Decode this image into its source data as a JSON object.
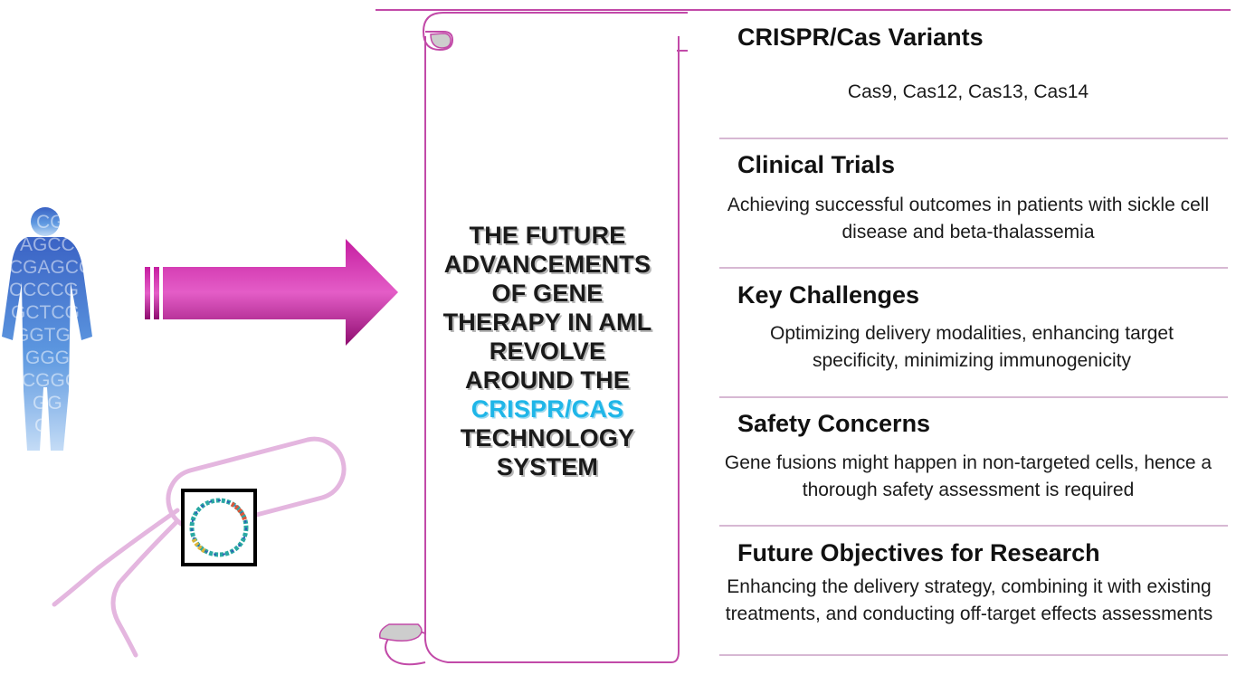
{
  "center": {
    "lines": [
      "THE FUTURE",
      "ADVANCEMENTS",
      "OF GENE",
      "THERAPY IN AML",
      "REVOLVE",
      "AROUND THE"
    ],
    "highlight": "CRISPR/CAS",
    "after_lines": [
      "TECHNOLOGY",
      "SYSTEM"
    ]
  },
  "sections": [
    {
      "title": "CRISPR/Cas Variants",
      "body": "Cas9, Cas12, Cas13, Cas14"
    },
    {
      "title": "Clinical Trials",
      "body": "Achieving successful outcomes in patients with sickle cell disease and beta-thalassemia"
    },
    {
      "title": "Key Challenges",
      "body": "Optimizing delivery modalities, enhancing target specificity, minimizing immunogenicity"
    },
    {
      "title": "Safety Concerns",
      "body": "Gene fusions might happen in non-targeted cells, hence a thorough safety assessment is required"
    },
    {
      "title": "Future Objectives for Research",
      "body": "Enhancing the delivery strategy, combining it with existing treatments, and conducting off-target effects assessments"
    }
  ],
  "dna_rows": [
    "CG",
    "AGCC",
    "CGAGCC",
    "CCCCG",
    "GCTCG",
    "GGTG",
    "GGG",
    "CGGC",
    "GG",
    "G"
  ],
  "colors": {
    "accent": "#c41e9c",
    "scroll_stroke": "#c24aa8",
    "crispr_highlight": "#1fb6e8",
    "human_figure": "#4a86d6",
    "divider": "#d7b8d3"
  }
}
